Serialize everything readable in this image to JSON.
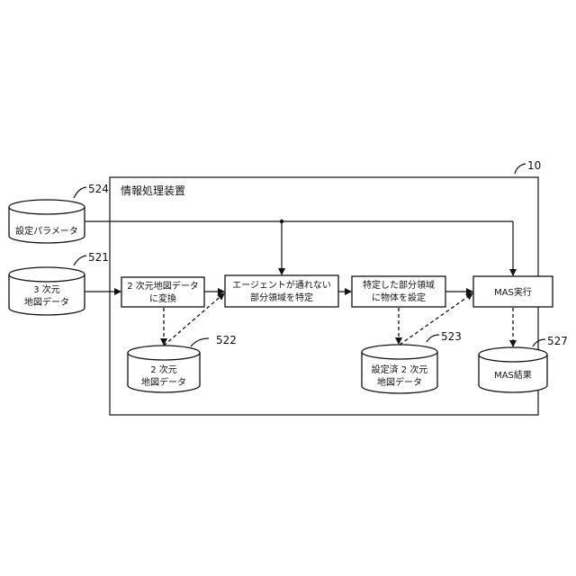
{
  "device": {
    "ref": "10",
    "title": "情報処理装置"
  },
  "databases": {
    "settings_params": {
      "ref": "524",
      "label": "設定パラメータ"
    },
    "map3d": {
      "ref": "521",
      "line1": "3 次元",
      "line2": "地図データ"
    },
    "map2d": {
      "ref": "522",
      "line1": "2 次元",
      "line2": "地図データ"
    },
    "configured_map2d": {
      "ref": "523",
      "line1": "設定済 2 次元",
      "line2": "地図データ"
    },
    "mas_result": {
      "ref": "527",
      "label": "MAS結果"
    }
  },
  "processes": {
    "convert": {
      "line1": "2 次元地図データ",
      "line2": "に変換"
    },
    "identify": {
      "line1": "エージェントが通れない",
      "line2": "部分領域を特定"
    },
    "set_objects": {
      "line1": "特定した部分領域",
      "line2": "に物体を設定"
    },
    "mas_run": {
      "label": "MAS実行"
    }
  }
}
